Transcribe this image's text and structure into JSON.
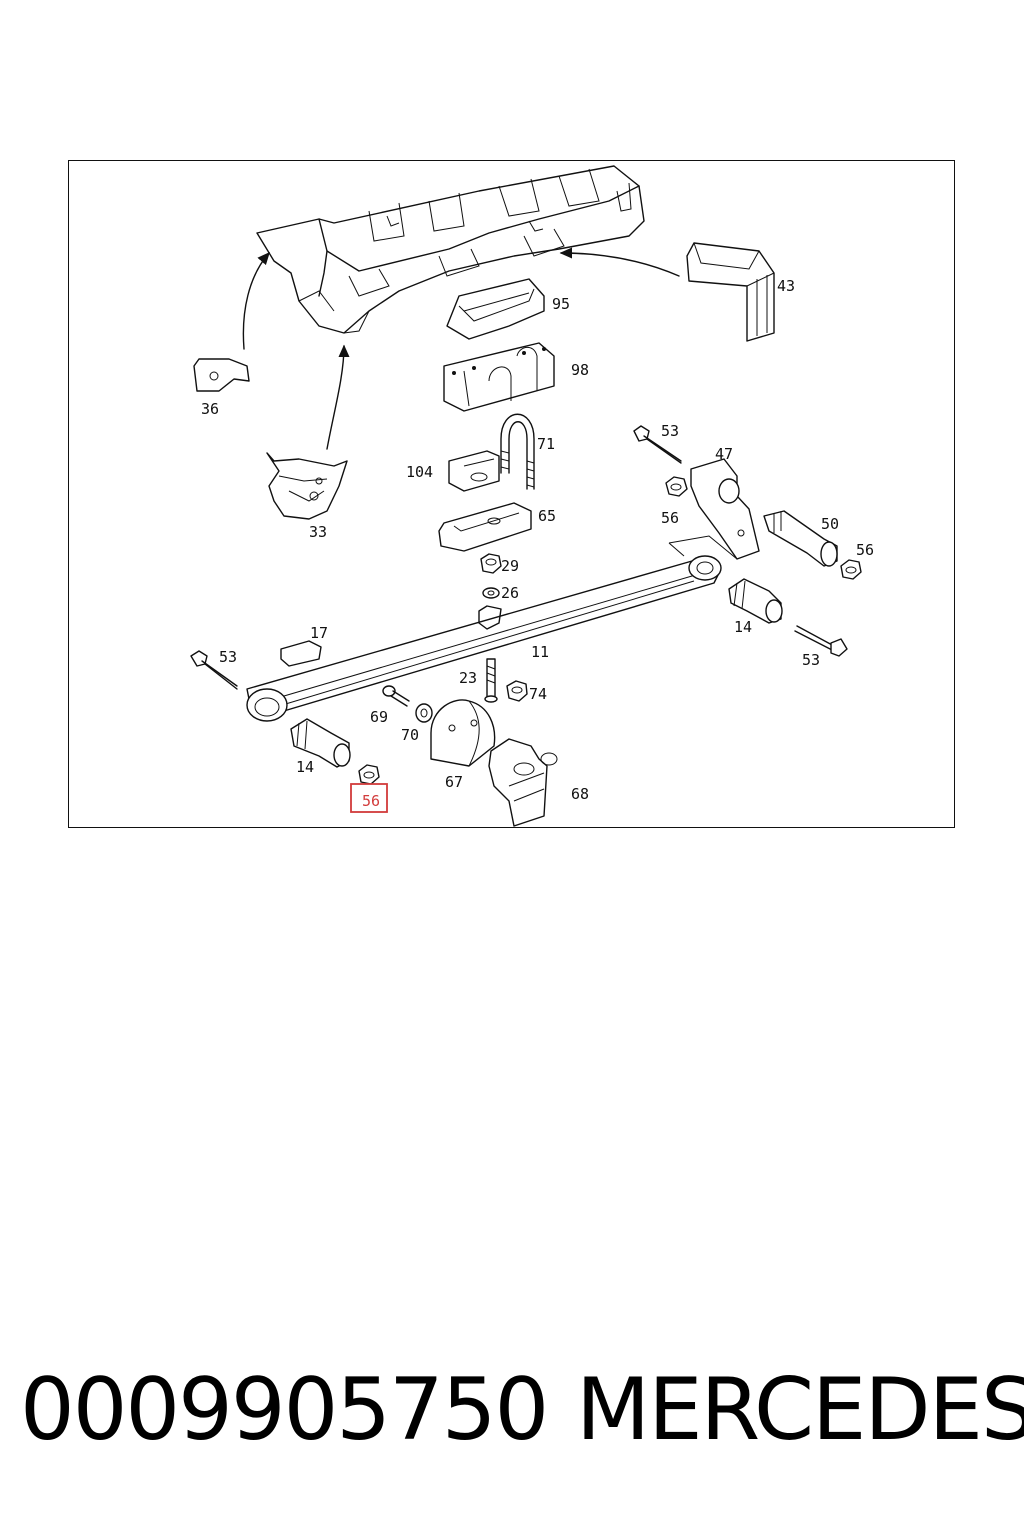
{
  "diagram": {
    "labels": {
      "l95": "95",
      "l98": "98",
      "l43": "43",
      "l36": "36",
      "l71": "71",
      "l104": "104",
      "l33": "33",
      "l65": "65",
      "l53a": "53",
      "l47": "47",
      "l56a": "56",
      "l50": "50",
      "l56b": "56",
      "l29": "29",
      "l26": "26",
      "l14a": "14",
      "l17": "17",
      "l53b": "53",
      "l11": "11",
      "l53c": "53",
      "l23": "23",
      "l74": "74",
      "l69": "69",
      "l70": "70",
      "l14b": "14",
      "l67": "67",
      "l68": "68",
      "l56c": "56"
    },
    "highlight_color": "#d23b3b"
  },
  "footer": {
    "part_number": "0009905750",
    "brand": "MERCEDES"
  }
}
